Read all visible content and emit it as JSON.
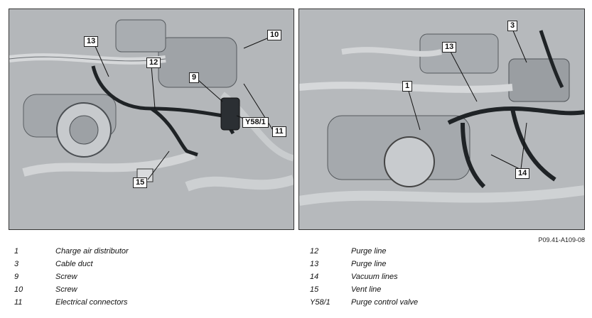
{
  "figure": {
    "reference": "P09.41-A109-08",
    "left_callouts": [
      "13",
      "10",
      "12",
      "9",
      "Y58/1",
      "11",
      "15"
    ],
    "right_callouts": [
      "3",
      "13",
      "1",
      "14"
    ]
  },
  "legend": {
    "left": [
      {
        "num": "1",
        "desc": "Charge air distributor"
      },
      {
        "num": "3",
        "desc": "Cable duct"
      },
      {
        "num": "9",
        "desc": "Screw"
      },
      {
        "num": "10",
        "desc": "Screw"
      },
      {
        "num": "11",
        "desc": "Electrical connectors"
      }
    ],
    "right": [
      {
        "num": "12",
        "desc": "Purge line"
      },
      {
        "num": "13",
        "desc": "Purge line"
      },
      {
        "num": "14",
        "desc": "Vacuum lines"
      },
      {
        "num": "15",
        "desc": "Vent line"
      },
      {
        "num": "Y58/1",
        "desc": "Purge control valve"
      }
    ]
  },
  "colors": {
    "engine_gray": "#b9bcbf",
    "dark_line": "#1f2326",
    "metal_light": "#d6d8da"
  }
}
